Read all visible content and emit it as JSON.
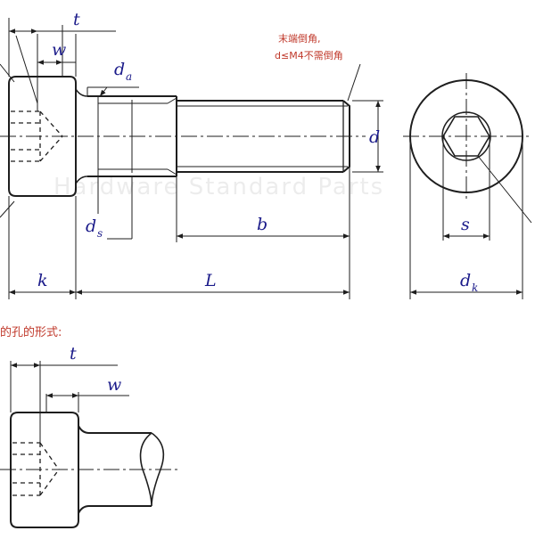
{
  "diagram": {
    "labels": {
      "t_top": "t",
      "w_top": "w",
      "da": "d",
      "da_sub": "a",
      "ds": "d",
      "ds_sub": "s",
      "b": "b",
      "d": "d",
      "k": "k",
      "L": "L",
      "s": "s",
      "dk": "d",
      "dk_sub": "k",
      "t_bottom": "t",
      "w_bottom": "w"
    },
    "notes": {
      "chamfer_line1": "末端倒角,",
      "chamfer_line2": "d≤M4不需倒角",
      "alt_hole": "的孔的形式:"
    },
    "watermark": "Hardware Standard Parts",
    "colors": {
      "line": "#1e1e1e",
      "dim": "#1b1b8a",
      "note": "#c0392b"
    }
  }
}
